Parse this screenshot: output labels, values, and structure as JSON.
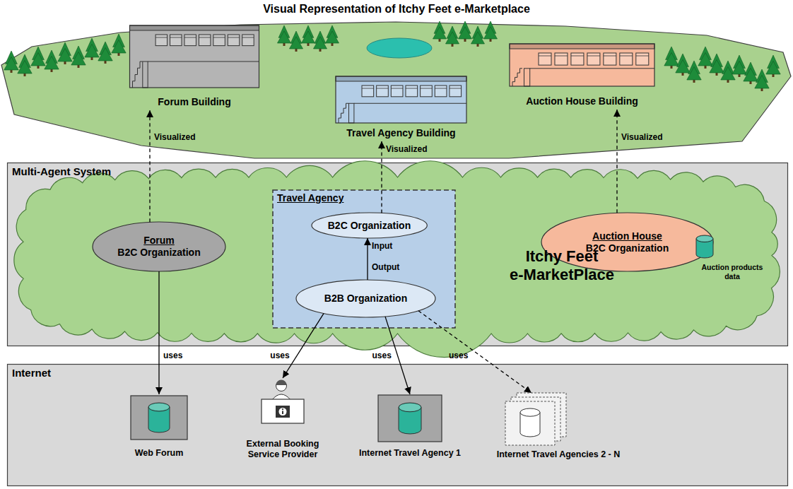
{
  "diagram": {
    "title": "Visual Representation of Itchy Feet e-Marketplace",
    "nodes": [
      {
        "text": [
          "Forum Building"
        ]
      },
      {
        "text": [
          "Travel Agency Building"
        ]
      },
      {
        "text": [
          "Auction House Building"
        ]
      },
      {
        "text": [
          "Multi-Agent System"
        ]
      },
      {
        "text": [
          "Itchy Feet e-MarketPlace"
        ],
        "in": 3
      },
      {
        "text": [
          "Forum",
          "B2C Organization"
        ],
        "in": 4
      },
      {
        "text": [
          "Travel Agency"
        ],
        "in": 4
      },
      {
        "text": [
          "B2C Organization"
        ],
        "in": 6
      },
      {
        "text": [
          "B2B Organization"
        ],
        "in": 6
      },
      {
        "text": [
          "Auction House",
          "B2C Organization"
        ],
        "in": 4
      },
      {
        "text": [
          "Internet"
        ]
      },
      {
        "text": [
          "Web Forum"
        ],
        "in": 10
      },
      {
        "text": [
          "External Booking Service Provider"
        ],
        "in": 10
      },
      {
        "text": [
          "Internet Travel Agency 1"
        ],
        "in": 10
      },
      {
        "text": [
          "Internet Travel Agencies 2 - N"
        ],
        "in": 10
      }
    ],
    "edges": [
      {
        "from": 5,
        "to": 0,
        "label": "Visualized",
        "arrow": "to"
      },
      {
        "from": 7,
        "to": 1,
        "label": "Visualized",
        "arrow": "to"
      },
      {
        "from": 9,
        "to": 2,
        "label": "Visualized",
        "arrow": "to"
      },
      {
        "from": 8,
        "to": 7,
        "label": "Output",
        "arrow": "to"
      },
      {
        "from": 5,
        "to": 11,
        "label": "uses",
        "arrow": "to"
      },
      {
        "from": 8,
        "to": 12,
        "label": "uses",
        "arrow": "to"
      },
      {
        "from": 8,
        "to": 13,
        "label": "uses",
        "arrow": "to"
      },
      {
        "from": 8,
        "to": 14,
        "label": "uses",
        "arrow": "to"
      }
    ],
    "labels": [
      "Input",
      "Auction products data"
    ]
  }
}
